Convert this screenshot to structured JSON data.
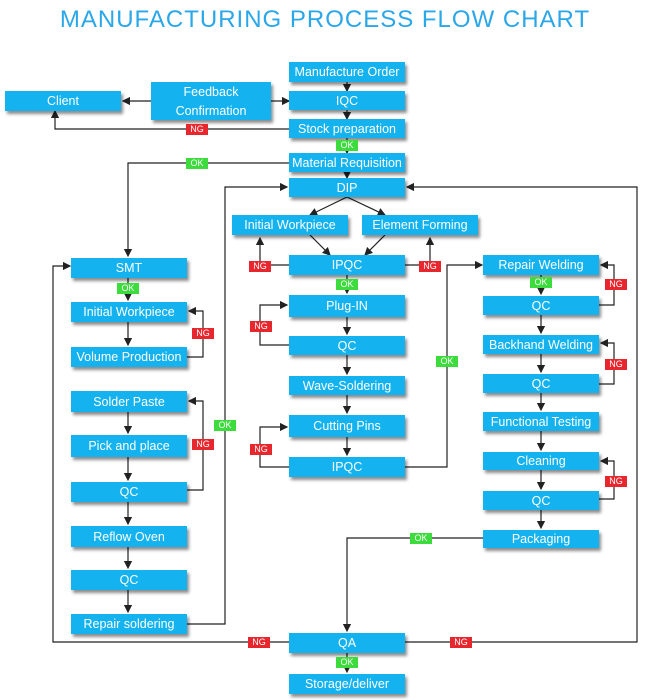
{
  "title": "MANUFACTURING PROCESS FLOW CHART",
  "boxes": {
    "manufacture_order": "Manufacture Order",
    "iqc": "IQC",
    "stock_preparation": "Stock preparation",
    "material_requisition": "Material Requisition",
    "dip": "DIP",
    "client": "Client",
    "feedback": "Feedback",
    "confirmation": "Confirmation",
    "initial_workpiece_dip": "Initial Workpiece",
    "element_forming": "Element Forming",
    "ipqc_1": "IPQC",
    "plug_in": "Plug-IN",
    "qc_plug": "QC",
    "wave_soldering": "Wave-Soldering",
    "cutting_pins": "Cutting Pins",
    "ipqc_2": "IPQC",
    "smt": "SMT",
    "initial_workpiece_smt": "Initial Workpiece",
    "volume_production": "Volume Production",
    "solder_paste": "Solder Paste",
    "pick_and_place": "Pick and place",
    "qc_smt_1": "QC",
    "reflow_oven": "Reflow Oven",
    "qc_smt_2": "QC",
    "repair_soldering": "Repair soldering",
    "repair_welding": "Repair Welding",
    "qc_r1": "QC",
    "backhand_welding": "Backhand Welding",
    "qc_r2": "QC",
    "functional_testing": "Functional Testing",
    "cleaning": "Cleaning",
    "qc_r3": "QC",
    "packaging": "Packaging",
    "qa": "QA",
    "storage_deliver": "Storage/deliver"
  },
  "tags": {
    "ok": "OK",
    "ng": "NG"
  },
  "colors": {
    "box": "#14b3f0",
    "title": "#2aa7e8",
    "ng": "#e8262d",
    "ok": "#3cdc3c",
    "line": "#222222"
  }
}
